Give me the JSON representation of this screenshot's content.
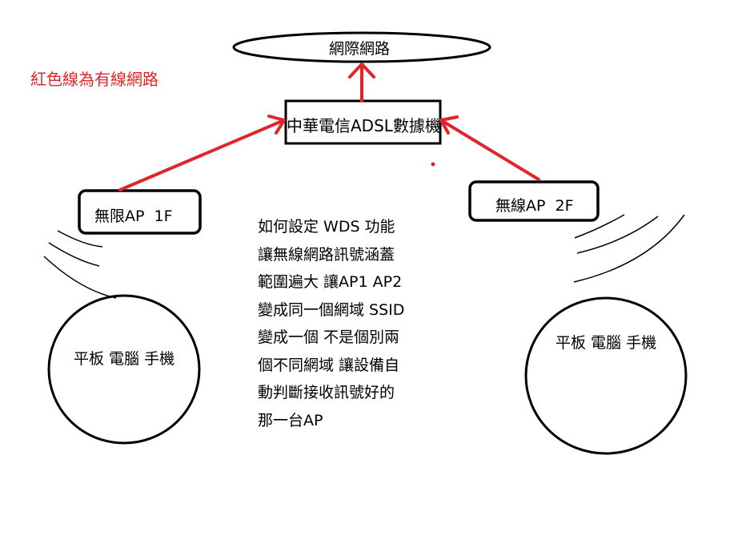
{
  "legend": "紅色線為有線網路",
  "internet": "網際網路",
  "modem": "中華電信ADSL數據機",
  "ap1": "無限AP  1F",
  "ap2": "無線AP  2F",
  "devices_left": "平板 電腦 手機",
  "devices_right": "平板 電腦 手機",
  "description_lines": [
    "如何設定 WDS  功能",
    "讓無線網路訊號涵蓋",
    "範圍遍大 讓AP1 AP2",
    "變成同一個網域 SSID",
    "變成一個 不是個別兩",
    "個不同網域 讓設備自",
    "動判斷接收訊號好的",
    "那一台AP"
  ],
  "colors": {
    "wired_arrow": "#e0262a",
    "outline": "#000000",
    "legend_text": "#e0262a"
  }
}
